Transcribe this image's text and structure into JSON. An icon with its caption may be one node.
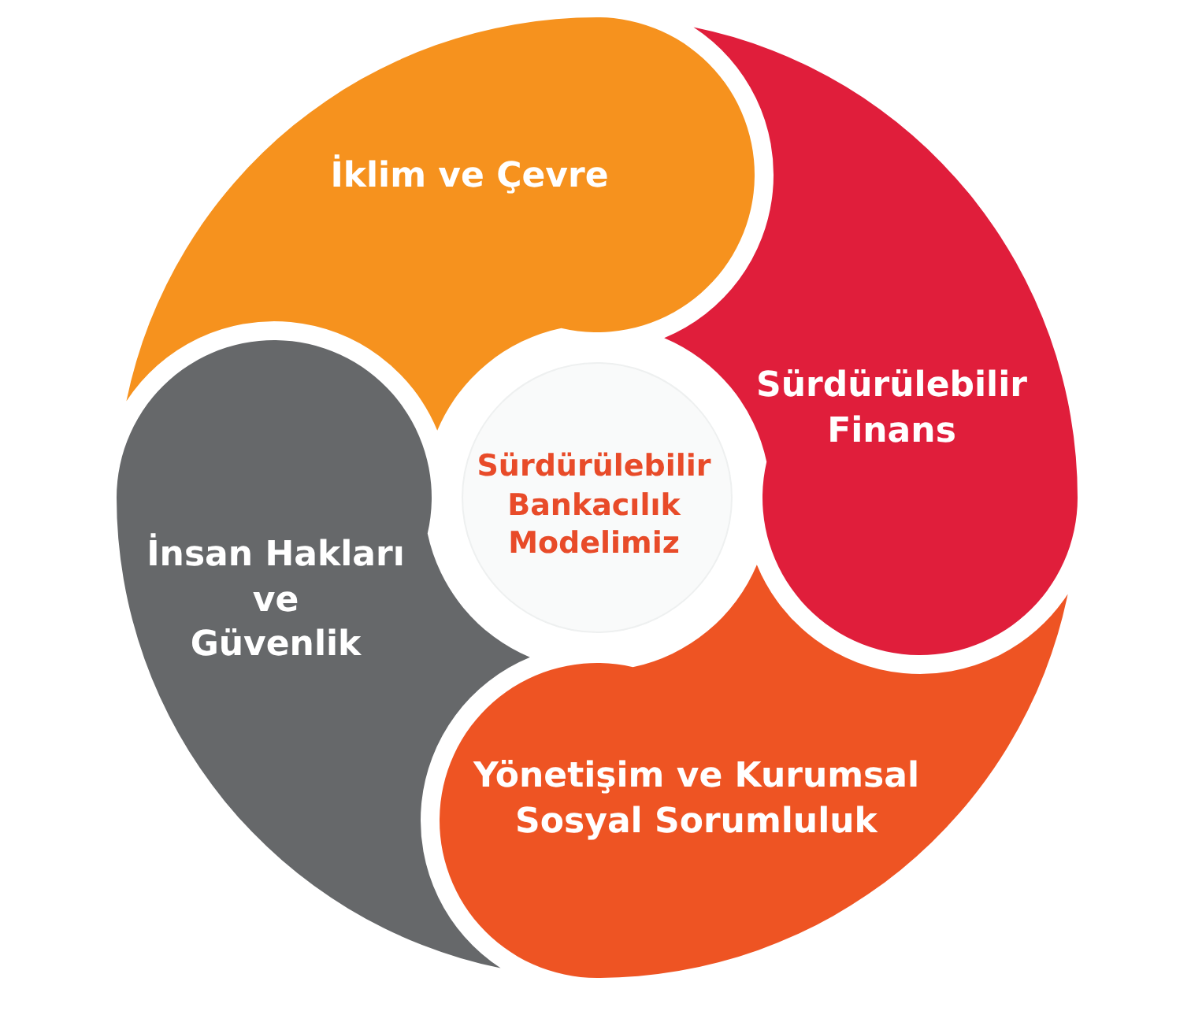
{
  "diagram": {
    "nodes": [
      {
        "text": [
          "İklim ve Çevre"
        ]
      },
      {
        "text": [
          "Sürdürülebilir Finans"
        ]
      },
      {
        "text": [
          "Sürdürülebilir Bankacılık Modelimiz"
        ]
      },
      {
        "text": [
          "İnsan Hakları ve Güvenlik"
        ]
      },
      {
        "text": [
          "Yönetişim ve Kurumsal Sosyal Sorumluluk"
        ]
      }
    ]
  }
}
